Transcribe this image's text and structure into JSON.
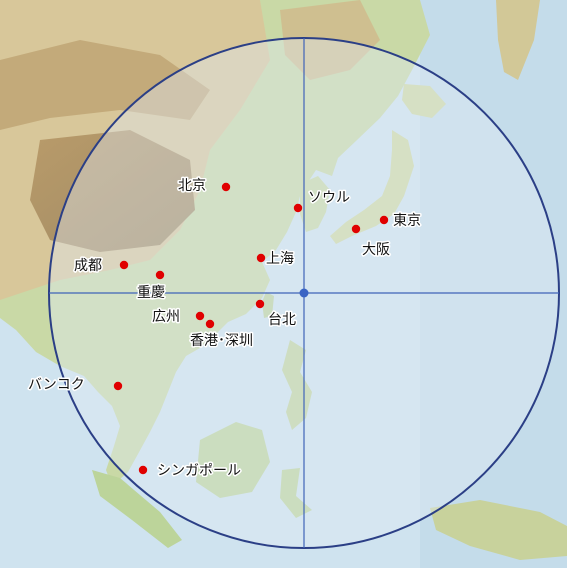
{
  "map": {
    "colors": {
      "ocean": "#cfe3ef",
      "ocean_deep": "#bcd7e8",
      "lowland": "#c9d9a6",
      "upland": "#d8c79a",
      "mountain": "#b79a6e",
      "plateau": "#a58b63",
      "circle_fill": "#dfe9f3",
      "circle_stroke": "#2b3f86",
      "crosshair": "#3f63b8",
      "center_dot": "#3a64c4",
      "city_dot": "#e00000"
    },
    "cities": [
      {
        "name": "北京",
        "key": "beijing"
      },
      {
        "name": "ソウル",
        "key": "seoul"
      },
      {
        "name": "東京",
        "key": "tokyo"
      },
      {
        "name": "大阪",
        "key": "osaka"
      },
      {
        "name": "上海",
        "key": "shanghai"
      },
      {
        "name": "成都",
        "key": "chengdu"
      },
      {
        "name": "重慶",
        "key": "chongqing"
      },
      {
        "name": "台北",
        "key": "taipei"
      },
      {
        "name": "広州",
        "key": "guangzhou"
      },
      {
        "name": "香港･深圳",
        "key": "hongkong_shenzhen"
      },
      {
        "name": "バンコク",
        "key": "bangkok"
      },
      {
        "name": "シンガポール",
        "key": "singapore"
      }
    ]
  }
}
